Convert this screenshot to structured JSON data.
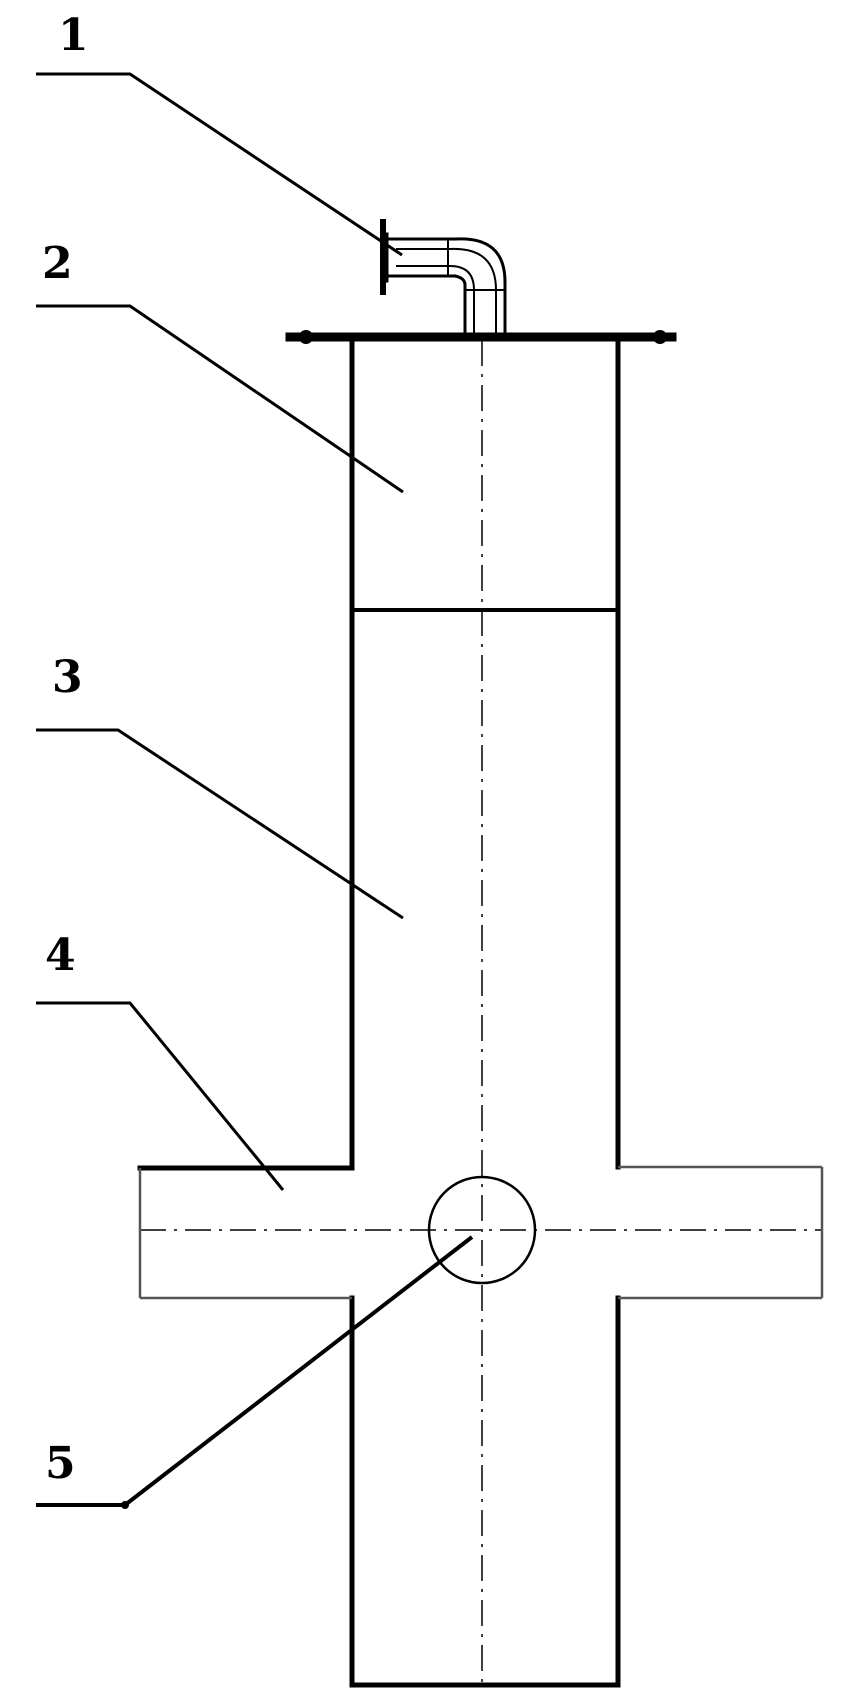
{
  "callouts": [
    {
      "number": "1"
    },
    {
      "number": "2"
    },
    {
      "number": "3"
    },
    {
      "number": "4"
    },
    {
      "number": "5"
    }
  ],
  "colors": {
    "line": "#000000",
    "background": "#ffffff"
  }
}
